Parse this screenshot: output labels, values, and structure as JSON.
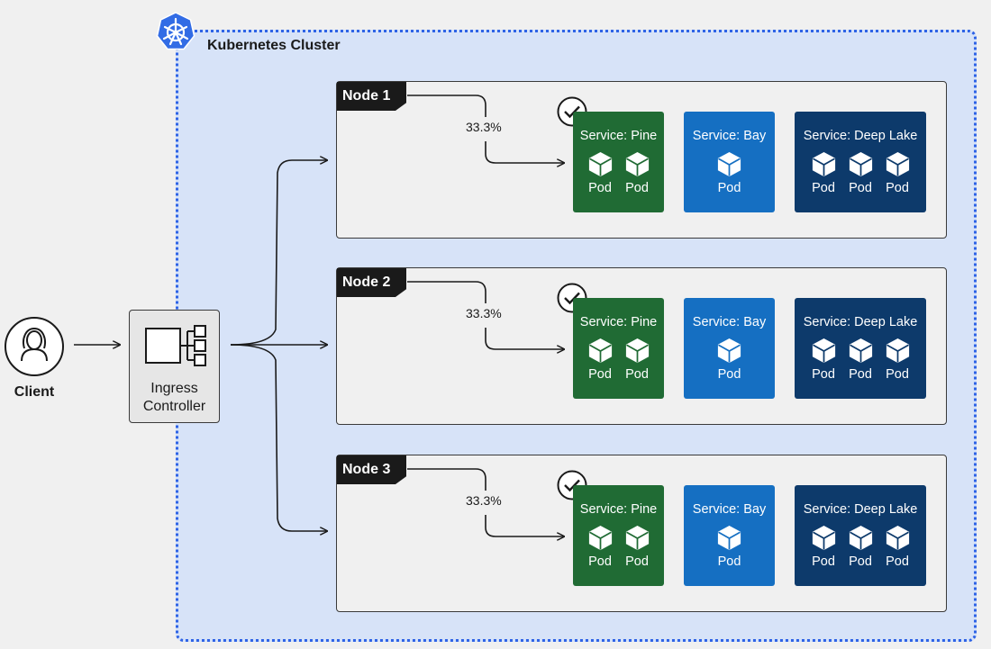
{
  "cluster": {
    "title": "Kubernetes Cluster"
  },
  "client": {
    "label": "Client",
    "icon": "person-icon"
  },
  "ingress": {
    "label": "Ingress\nController",
    "icon": "load-balancer-icon"
  },
  "colors": {
    "cluster_fill": "#d7e3f8",
    "cluster_border": "#2e63e6",
    "pine": "#206b34",
    "bay": "#156fc2",
    "deep_lake": "#0d3a6b"
  },
  "nodes": [
    {
      "name": "Node 1",
      "percent": "33.3%",
      "services": [
        {
          "name": "Service: Pine",
          "pods": [
            "Pod",
            "Pod"
          ]
        },
        {
          "name": "Service: Bay",
          "pods": [
            "Pod"
          ]
        },
        {
          "name": "Service: Deep Lake",
          "pods": [
            "Pod",
            "Pod",
            "Pod"
          ]
        }
      ]
    },
    {
      "name": "Node 2",
      "percent": "33.3%",
      "services": [
        {
          "name": "Service: Pine",
          "pods": [
            "Pod",
            "Pod"
          ]
        },
        {
          "name": "Service: Bay",
          "pods": [
            "Pod"
          ]
        },
        {
          "name": "Service: Deep Lake",
          "pods": [
            "Pod",
            "Pod",
            "Pod"
          ]
        }
      ]
    },
    {
      "name": "Node 3",
      "percent": "33.3%",
      "services": [
        {
          "name": "Service: Pine",
          "pods": [
            "Pod",
            "Pod"
          ]
        },
        {
          "name": "Service: Bay",
          "pods": [
            "Pod"
          ]
        },
        {
          "name": "Service: Deep Lake",
          "pods": [
            "Pod",
            "Pod",
            "Pod"
          ]
        }
      ]
    }
  ]
}
